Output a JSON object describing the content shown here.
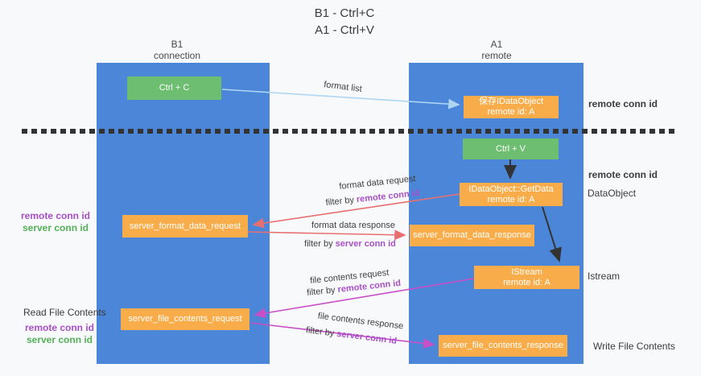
{
  "title": {
    "line1": "B1 - Ctrl+C",
    "line2": "A1 - Ctrl+V"
  },
  "lanes": {
    "left": {
      "name": "B1",
      "role": "connection"
    },
    "right": {
      "name": "A1",
      "role": "remote"
    }
  },
  "nodes": {
    "ctrl_c": {
      "label": "Ctrl + C"
    },
    "save_dataobject": {
      "line1": "保存IDataObject",
      "line2": "remote id: A"
    },
    "ctrl_v": {
      "label": "Ctrl + V"
    },
    "getdata": {
      "line1": "IDataObject::GetData",
      "line2": "remote id: A"
    },
    "format_request": {
      "label": "server_format_data_request"
    },
    "format_response": {
      "label": "server_format_data_response"
    },
    "istream": {
      "line1": "IStream",
      "line2": "remote id: A"
    },
    "file_request": {
      "label": "server_file_contents_request"
    },
    "file_response": {
      "label": "server_file_contents_response"
    }
  },
  "edges": {
    "format_list": {
      "label": "format list"
    },
    "format_data_request": {
      "label": "format data request",
      "filter_prefix": "filter by ",
      "filter_id": "remote conn id"
    },
    "format_data_response": {
      "label": "format data response",
      "filter_prefix": "filter by ",
      "filter_id": "server conn id"
    },
    "file_contents_request": {
      "label": "file contents request",
      "filter_prefix": "filter by ",
      "filter_id": "remote conn id"
    },
    "file_contents_response": {
      "label": "file contents response",
      "filter_prefix": "filter by ",
      "filter_id": "server conn id"
    }
  },
  "annotations": {
    "right_remote_conn_1": "remote conn id",
    "right_remote_conn_2": "remote conn id",
    "right_dataobject": "DataObject",
    "right_istream": "Istream",
    "right_write_file": "Write File Contents",
    "left_remote_conn_1": "remote conn id",
    "left_server_conn_1": "server conn id",
    "left_read_file": "Read File Contents",
    "left_remote_conn_2": "remote conn id",
    "left_server_conn_2": "server conn id"
  },
  "colors": {
    "panel_blue": "#4c86d8",
    "box_green": "#6dbe70",
    "box_orange": "#f9ad4a",
    "arrow_light_blue": "#aed6f2",
    "arrow_red": "#e86f6f",
    "arrow_magenta": "#c84fc8",
    "arrow_black": "#333333",
    "label_purple": "#a84fc7",
    "label_green": "#53b157",
    "text_dark": "#404040"
  }
}
